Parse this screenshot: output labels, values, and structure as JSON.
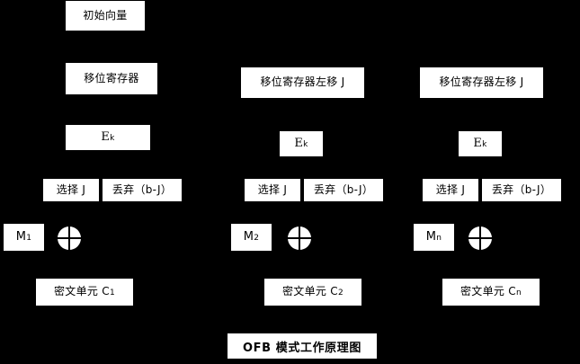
{
  "diagram": {
    "title": "OFB 模式工作原理图",
    "background_color": "#000000",
    "box_color": "#ffffff",
    "text_color": "#000000",
    "iv_label": "初始向量",
    "columns": [
      {
        "register_label": "移位寄存器",
        "encrypt_label": "E",
        "encrypt_sub": "k",
        "select_label": "选择 J",
        "discard_label": "丢弃（b-J）",
        "plaintext_label": "M",
        "plaintext_sub": "1",
        "xor_label": "xor-circle",
        "ciphertext_label": "密文单元 C",
        "ciphertext_sub": "1"
      },
      {
        "register_label": "移位寄存器左移 J",
        "encrypt_label": "E",
        "encrypt_sub": "k",
        "select_label": "选择 J",
        "discard_label": "丢弃（b-J）",
        "plaintext_label": "M",
        "plaintext_sub": "2",
        "xor_label": "xor-circle",
        "ciphertext_label": "密文单元 C",
        "ciphertext_sub": "2"
      },
      {
        "register_label": "移位寄存器左移 J",
        "encrypt_label": "E",
        "encrypt_sub": "k",
        "select_label": "选择 J",
        "discard_label": "丢弃（b-J）",
        "plaintext_label": "M",
        "plaintext_sub": "n",
        "xor_label": "xor-circle",
        "ciphertext_label": "密文单元 C",
        "ciphertext_sub": "n"
      }
    ]
  }
}
